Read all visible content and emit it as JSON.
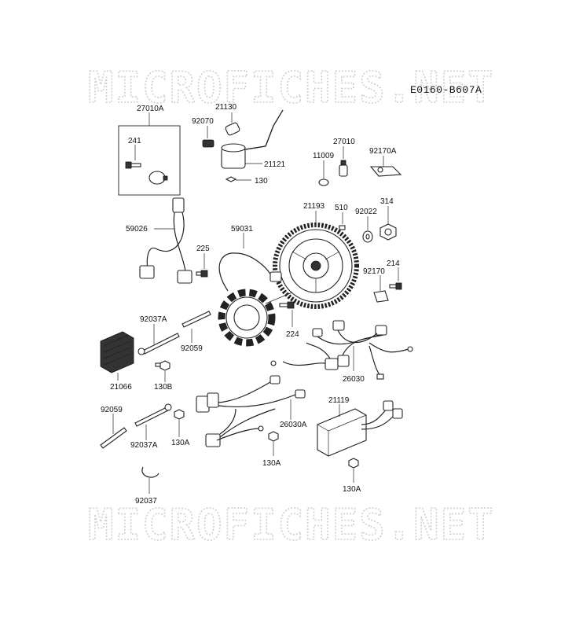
{
  "diagram": {
    "code": "E0160-B607A",
    "watermark_top": "MICROFICHES.NET",
    "watermark_bottom": "MICROFICHES.NET",
    "labels": {
      "p27010A": "27010A",
      "p241": "241",
      "p21130": "21130",
      "p92070": "92070",
      "p21121": "21121",
      "p130_top": "130",
      "p27010": "27010",
      "p11009": "11009",
      "p92170A": "92170A",
      "p21193": "21193",
      "p510": "510",
      "p92022": "92022",
      "p314": "314",
      "p59026": "59026",
      "p59031": "59031",
      "p225": "225",
      "p214": "214",
      "p92170": "92170",
      "p92037A_top": "92037A",
      "p92059_top": "92059",
      "p224": "224",
      "p21066": "21066",
      "p130B": "130B",
      "p26030": "26030",
      "p21119": "21119",
      "p92059_bot": "92059",
      "p92037A_bot": "92037A",
      "p130A_left": "130A",
      "p26030A": "26030A",
      "p130A_mid": "130A",
      "p130A_right": "130A",
      "p92037": "92037"
    }
  }
}
